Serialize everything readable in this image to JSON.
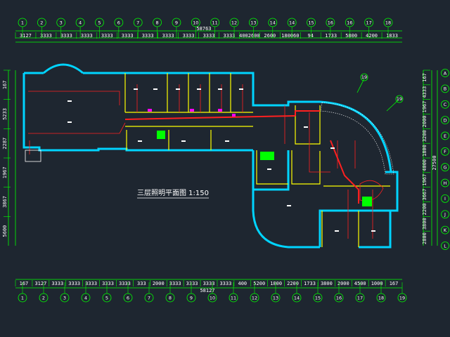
{
  "title": "三层照明平面图 1:150",
  "colors": {
    "background": "#1e2630",
    "wall": "#00d4ff",
    "dimension": "#00ff00",
    "wiring": "#ff2020",
    "fixture": "#ffff00",
    "text": "#ffffff",
    "accent": "#ff00ff"
  },
  "top_overall": "58763",
  "top_segments": [
    "3127",
    "3333",
    "3333",
    "3333",
    "3333",
    "3333",
    "3333",
    "3333",
    "3333",
    "3333",
    "3333",
    "4002600",
    "2600",
    "180060",
    "94",
    "1733",
    "5800",
    "4200",
    "1833"
  ],
  "top_axes": [
    "1",
    "2",
    "3",
    "4",
    "5",
    "6",
    "7",
    "8",
    "9",
    "10",
    "11",
    "12",
    "13",
    "14",
    "14",
    "15",
    "16",
    "16",
    "17",
    "18"
  ],
  "bottom_overall": "58127",
  "bottom_segments": [
    "167",
    "3127",
    "3333",
    "3333",
    "3333",
    "3333",
    "3333",
    "333",
    "2000",
    "3333",
    "3333",
    "3333",
    "3333",
    "400",
    "5200",
    "1800",
    "2200",
    "1733",
    "3800",
    "2000",
    "4500",
    "1000",
    "167"
  ],
  "bottom_axes": [
    "1",
    "2",
    "3",
    "4",
    "5",
    "6",
    "7",
    "8",
    "9",
    "10",
    "11",
    "12",
    "13",
    "14",
    "15",
    "16",
    "17",
    "18",
    "19"
  ],
  "left_dims": [
    "167",
    "5233",
    "2287",
    "1967",
    "3867",
    "5600"
  ],
  "right_overall": "27500",
  "right_dims": [
    "167",
    "4333",
    "1967",
    "2000",
    "3200",
    "1800",
    "4000",
    "1967",
    "3667",
    "2200",
    "3800",
    "2800"
  ],
  "right_axes": [
    "A",
    "B",
    "C",
    "D",
    "E",
    "F",
    "G",
    "H",
    "I",
    "J",
    "K",
    "L"
  ],
  "callouts": [
    "19",
    "19"
  ]
}
